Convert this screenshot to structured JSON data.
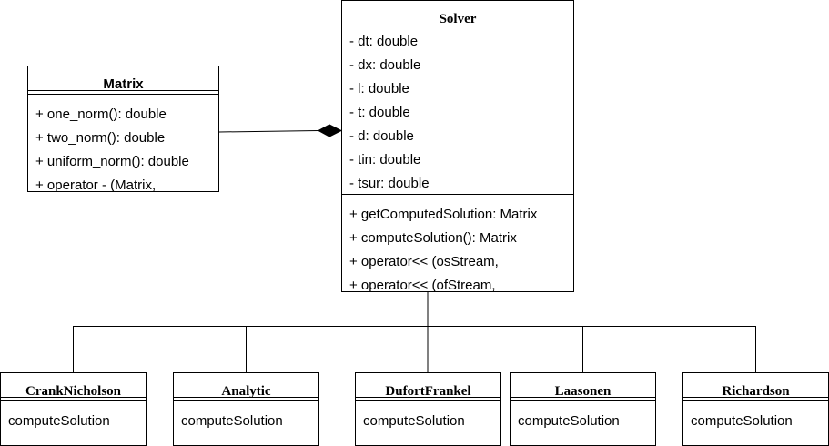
{
  "diagram": {
    "solver": {
      "name": "Solver",
      "attributes": [
        "- dt: double",
        "- dx: double",
        "- l: double",
        "- t: double",
        "- d: double",
        "- tin: double",
        "- tsur: double"
      ],
      "methods": [
        "+ getComputedSolution: Matrix",
        "+ computeSolution(): Matrix",
        "+ operator<< (osStream,",
        "+ operator<< (ofStream,"
      ]
    },
    "matrix": {
      "name": "Matrix",
      "methods": [
        "+ one_norm(): double",
        "+ two_norm(): double",
        "+ uniform_norm(): double",
        "+ operator - (Matrix,"
      ]
    },
    "subclasses": [
      {
        "name": "CrankNicholson",
        "method": "computeSolution"
      },
      {
        "name": "Analytic",
        "method": "computeSolution"
      },
      {
        "name": "DufortFrankel",
        "method": "computeSolution"
      },
      {
        "name": "Laasonen",
        "method": "computeSolution"
      },
      {
        "name": "Richardson",
        "method": "computeSolution"
      }
    ]
  }
}
